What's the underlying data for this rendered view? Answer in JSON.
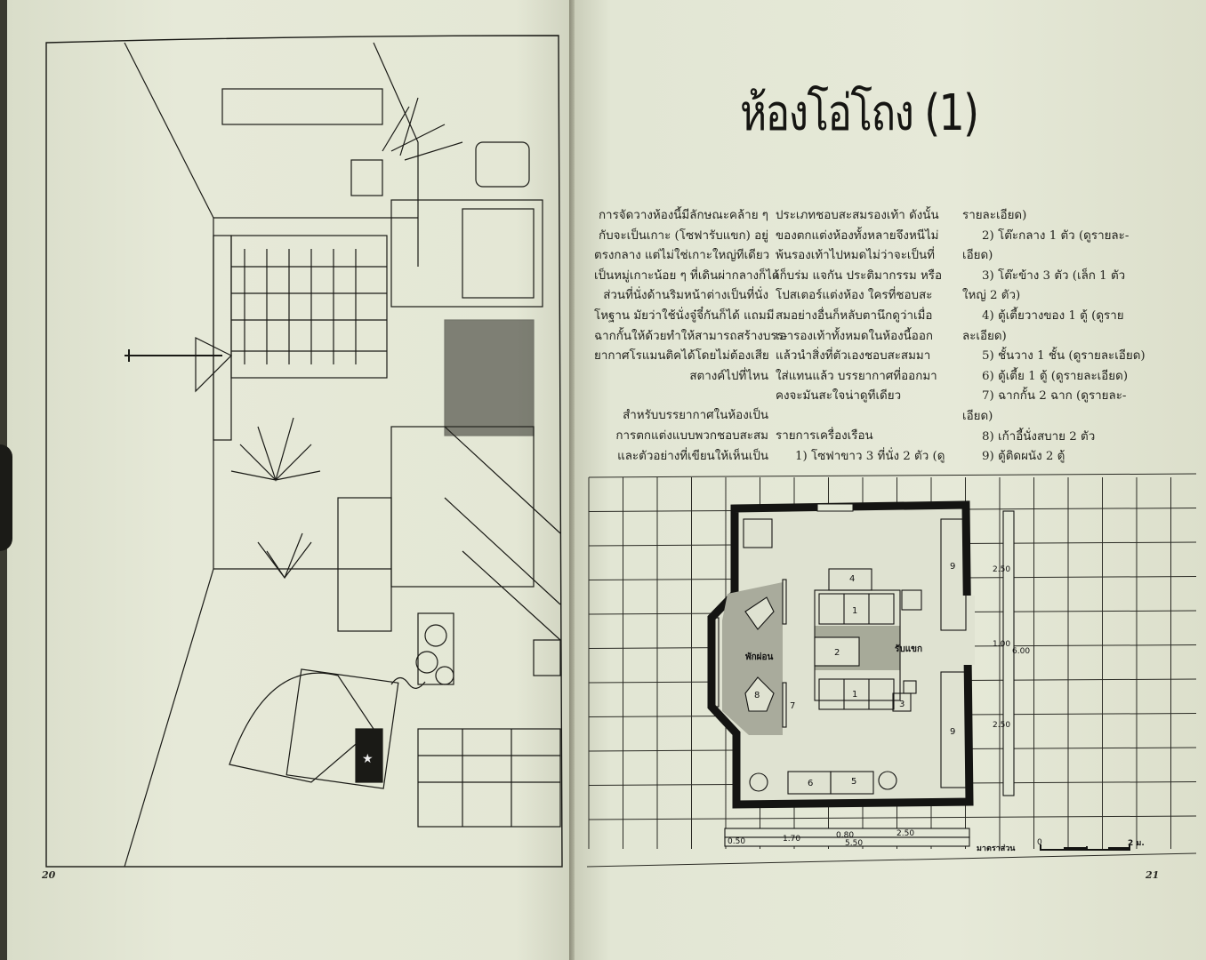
{
  "left_page": {
    "page_number": "20",
    "illustration": "perspective-sketch-living-room",
    "signature": "signature"
  },
  "right_page": {
    "page_number": "21",
    "title": "ห้องโอ่โถง (1)",
    "column1": [
      "การจัดวางห้องนี้มีลักษณะคล้าย ๆ",
      "กับจะเป็นเกาะ (โซฟารับแขก) อยู่",
      "ตรงกลาง   แต่ไม่ใช่เกาะใหญ่ทีเดียว",
      "เป็นหมู่เกาะน้อย ๆ ที่เดินผ่ากลางก็ได้",
      "ส่วนที่นั่งด้านริมหน้าต่างเป็นที่นั่ง",
      "โหฐาน มัยว่าใช้นั่งจู๋จี๋กันก็ได้ แถมมี",
      "ฉากกั้นให้ด้วยทำให้สามารถสร้างบรร-",
      "ยากาศโรแมนติคได้โดยไม่ต้องเสีย",
      "สตางค์ไปที่ไหน",
      "",
      "สำหรับบรรยากาศในห้องเป็น",
      "การตกแต่งแบบพวกชอบสะสม",
      "และตัวอย่างที่เขียนให้เห็นเป็น"
    ],
    "column2": [
      "ประเภทชอบสะสมรองเท้า  ดังนั้น",
      "ของตกแต่งห้องทั้งหลายจึงหนีไม่",
      "พ้นรองเท้าไปหมดไม่ว่าจะเป็นที่",
      "เก็บร่ม แจกัน ประติมากรรม หรือ",
      "โปสเตอร์แต่งห้อง  ใครที่ชอบสะ",
      "สมอย่างอื่นก็หลับตานึกดูว่าเมื่อ",
      "เอารองเท้าทั้งหมดในห้องนี้ออก",
      "แล้วนำสิ่งที่ตัวเองชอบสะสมมา",
      "ใส่แทนแล้ว บรรยากาศที่ออกมา",
      "คงจะมันสะใจน่าดูทีเดียว",
      "",
      "รายการเครื่องเรือน",
      "1) โซฟาขาว 3 ที่นั่ง 2 ตัว (ดู"
    ],
    "column3": [
      "รายละเอียด)",
      "2) โต๊ะกลาง 1 ตัว (ดูรายละ-",
      "เอียด)",
      "3) โต๊ะข้าง 3 ตัว (เล็ก 1 ตัว",
      "ใหญ่ 2 ตัว)",
      "4) ตู้เตี้ยวางของ 1 ตู้ (ดูราย",
      "ละเอียด)",
      "5) ชั้นวาง 1 ชั้น (ดูรายละเอียด)",
      "6) ตู้เตี้ย 1 ตู้ (ดูรายละเอียด)",
      "7) ฉากกั้น 2 ฉาก (ดูรายละ-",
      "เอียด)",
      "8) เก้าอี้นั่งสบาย 2 ตัว",
      "9) ตู้ติดผนัง 2 ตู้"
    ],
    "floor_plan": {
      "zone_rest": "พักผ่อน",
      "zone_reception": "รับแขก",
      "labels": {
        "sofa_top": "1",
        "sofa_bottom": "1",
        "table": "2",
        "side_table": "3",
        "low_cabinet": "4",
        "shelf": "5",
        "low_cabinet2": "6",
        "screen": "7",
        "chair": "8",
        "wall_cabinet_top": "9",
        "wall_cabinet_bottom": "9"
      },
      "dims_right": [
        "2.50",
        "1.00",
        "2.50"
      ],
      "dim_total_right": "6.00",
      "dims_bottom": [
        "0.50",
        "1.70",
        "0.80",
        "2.50"
      ],
      "dim_total_bottom": "5.50",
      "scale_label": "มาตราส่วน",
      "scale_start": "0",
      "scale_end": "2 ม."
    }
  },
  "colors": {
    "paper": "#e3e7d6",
    "ink": "#151512",
    "zone_gray": "#a9ab9c"
  }
}
